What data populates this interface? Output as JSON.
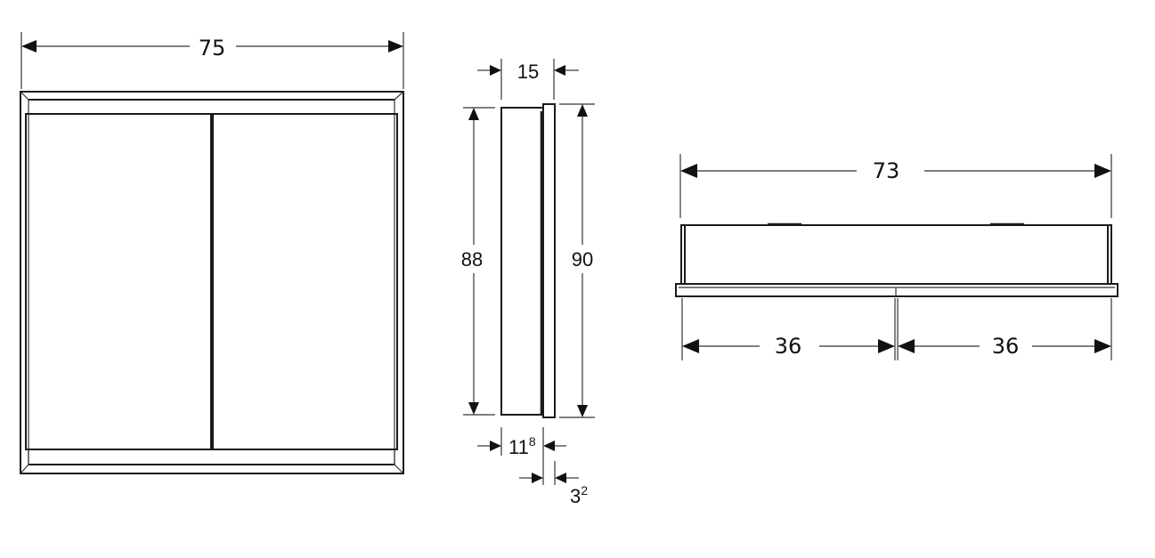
{
  "drawing": {
    "type": "technical dimension drawing",
    "subject": "two-door mirror cabinet",
    "units": "cm"
  },
  "front_view": {
    "width_label": "75"
  },
  "side_view": {
    "depth_label": "15",
    "body_height_label": "88",
    "total_height_label": "90",
    "body_depth_main": "11",
    "body_depth_sup": "8",
    "door_depth_main": "3",
    "door_depth_sup": "2"
  },
  "top_view": {
    "width_label": "73",
    "left_door_label": "36",
    "right_door_label": "36"
  }
}
